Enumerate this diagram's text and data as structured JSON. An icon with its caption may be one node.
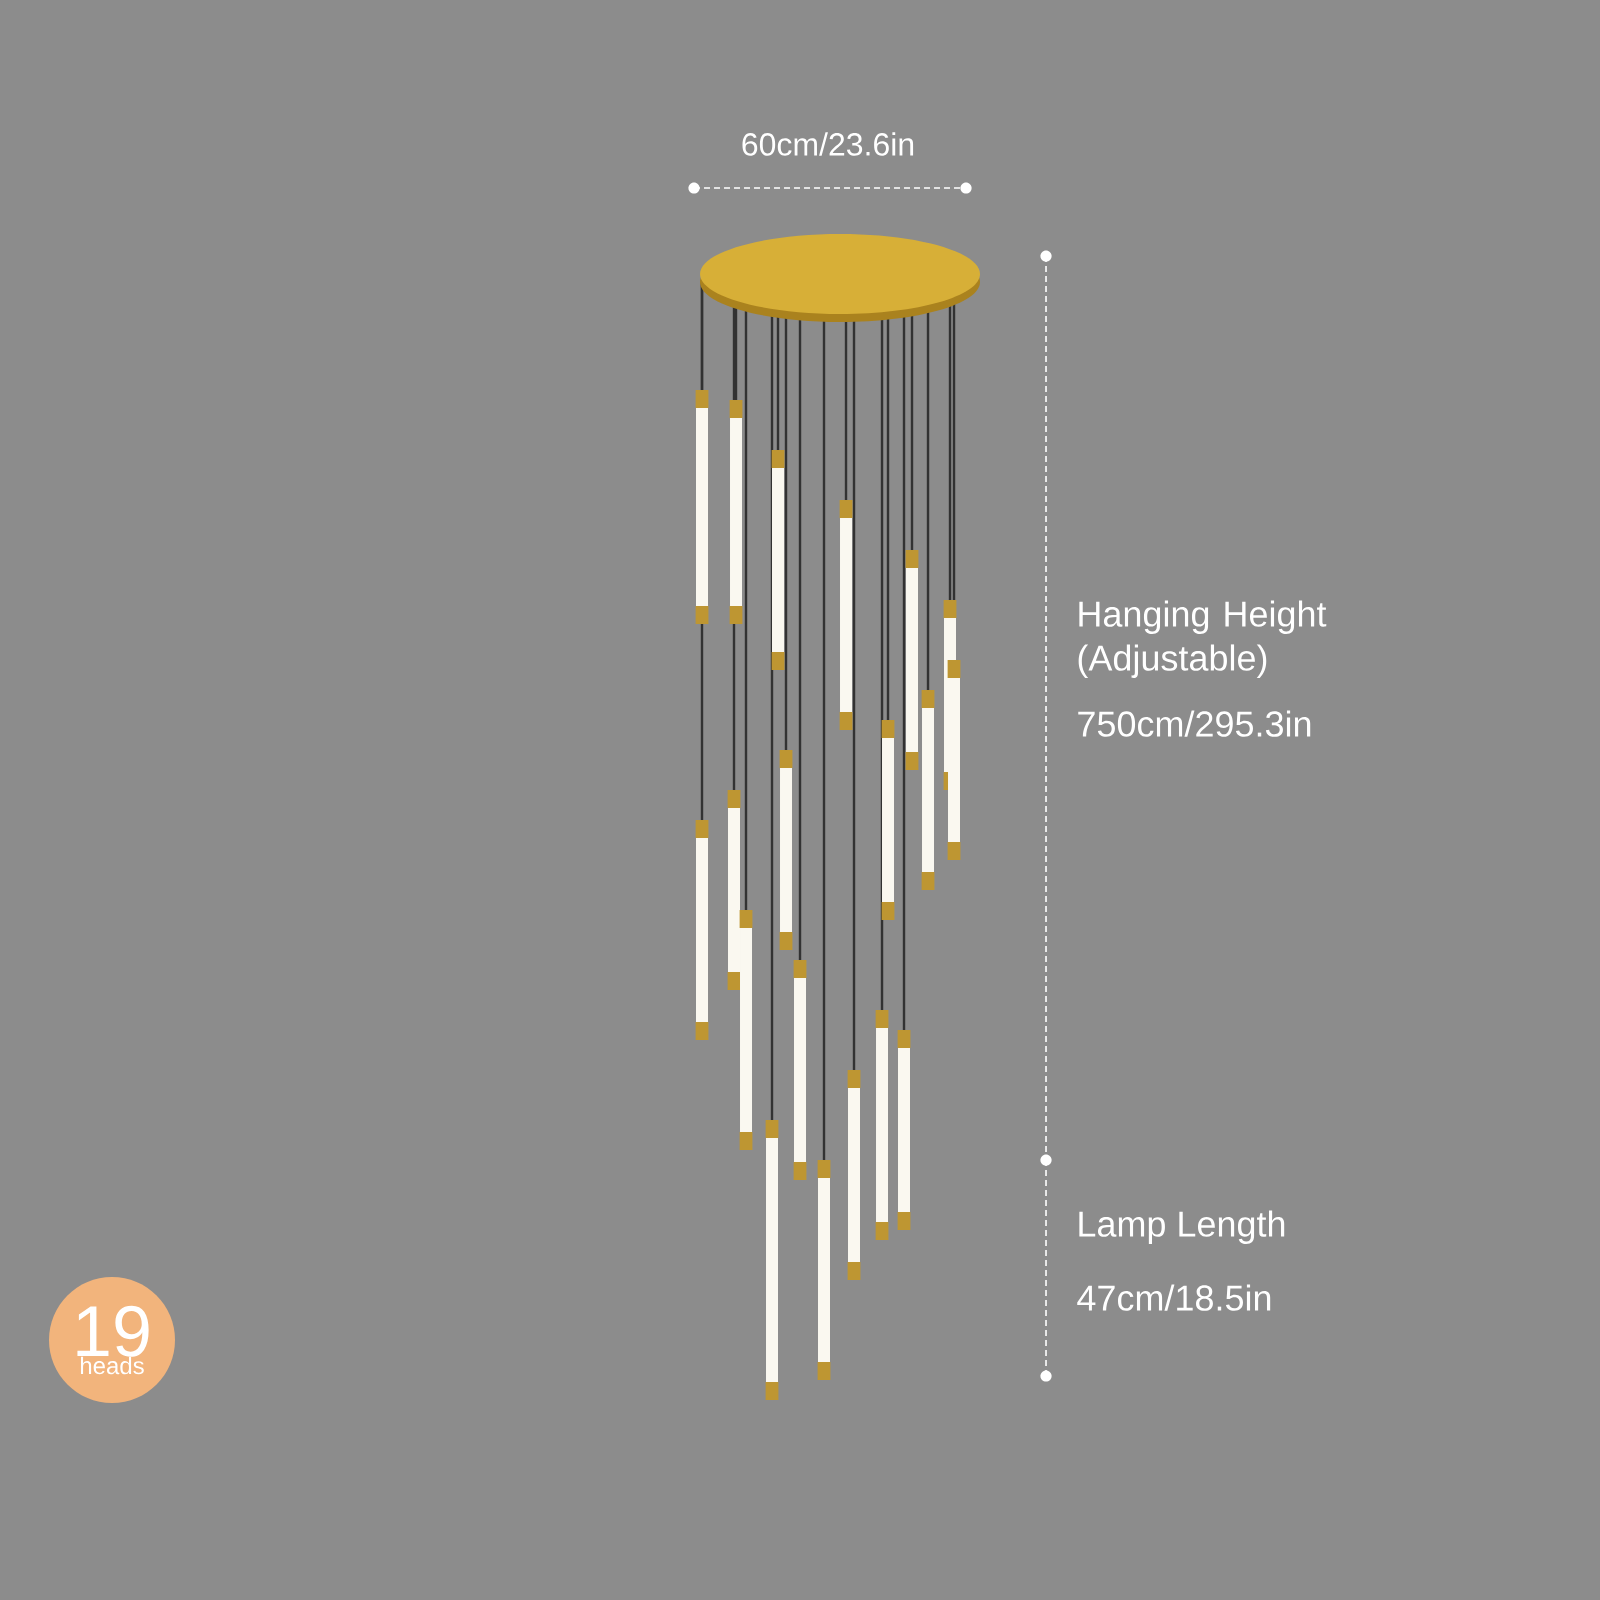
{
  "diagram": {
    "nodes": [
      {
        "text": [
          "19",
          "heads"
        ]
      }
    ],
    "labels": [
      "60cm/23.6in",
      "Hanging Height (Adjustable)",
      "750cm/295.3in",
      "Lamp Length",
      "47cm/18.5in"
    ]
  }
}
